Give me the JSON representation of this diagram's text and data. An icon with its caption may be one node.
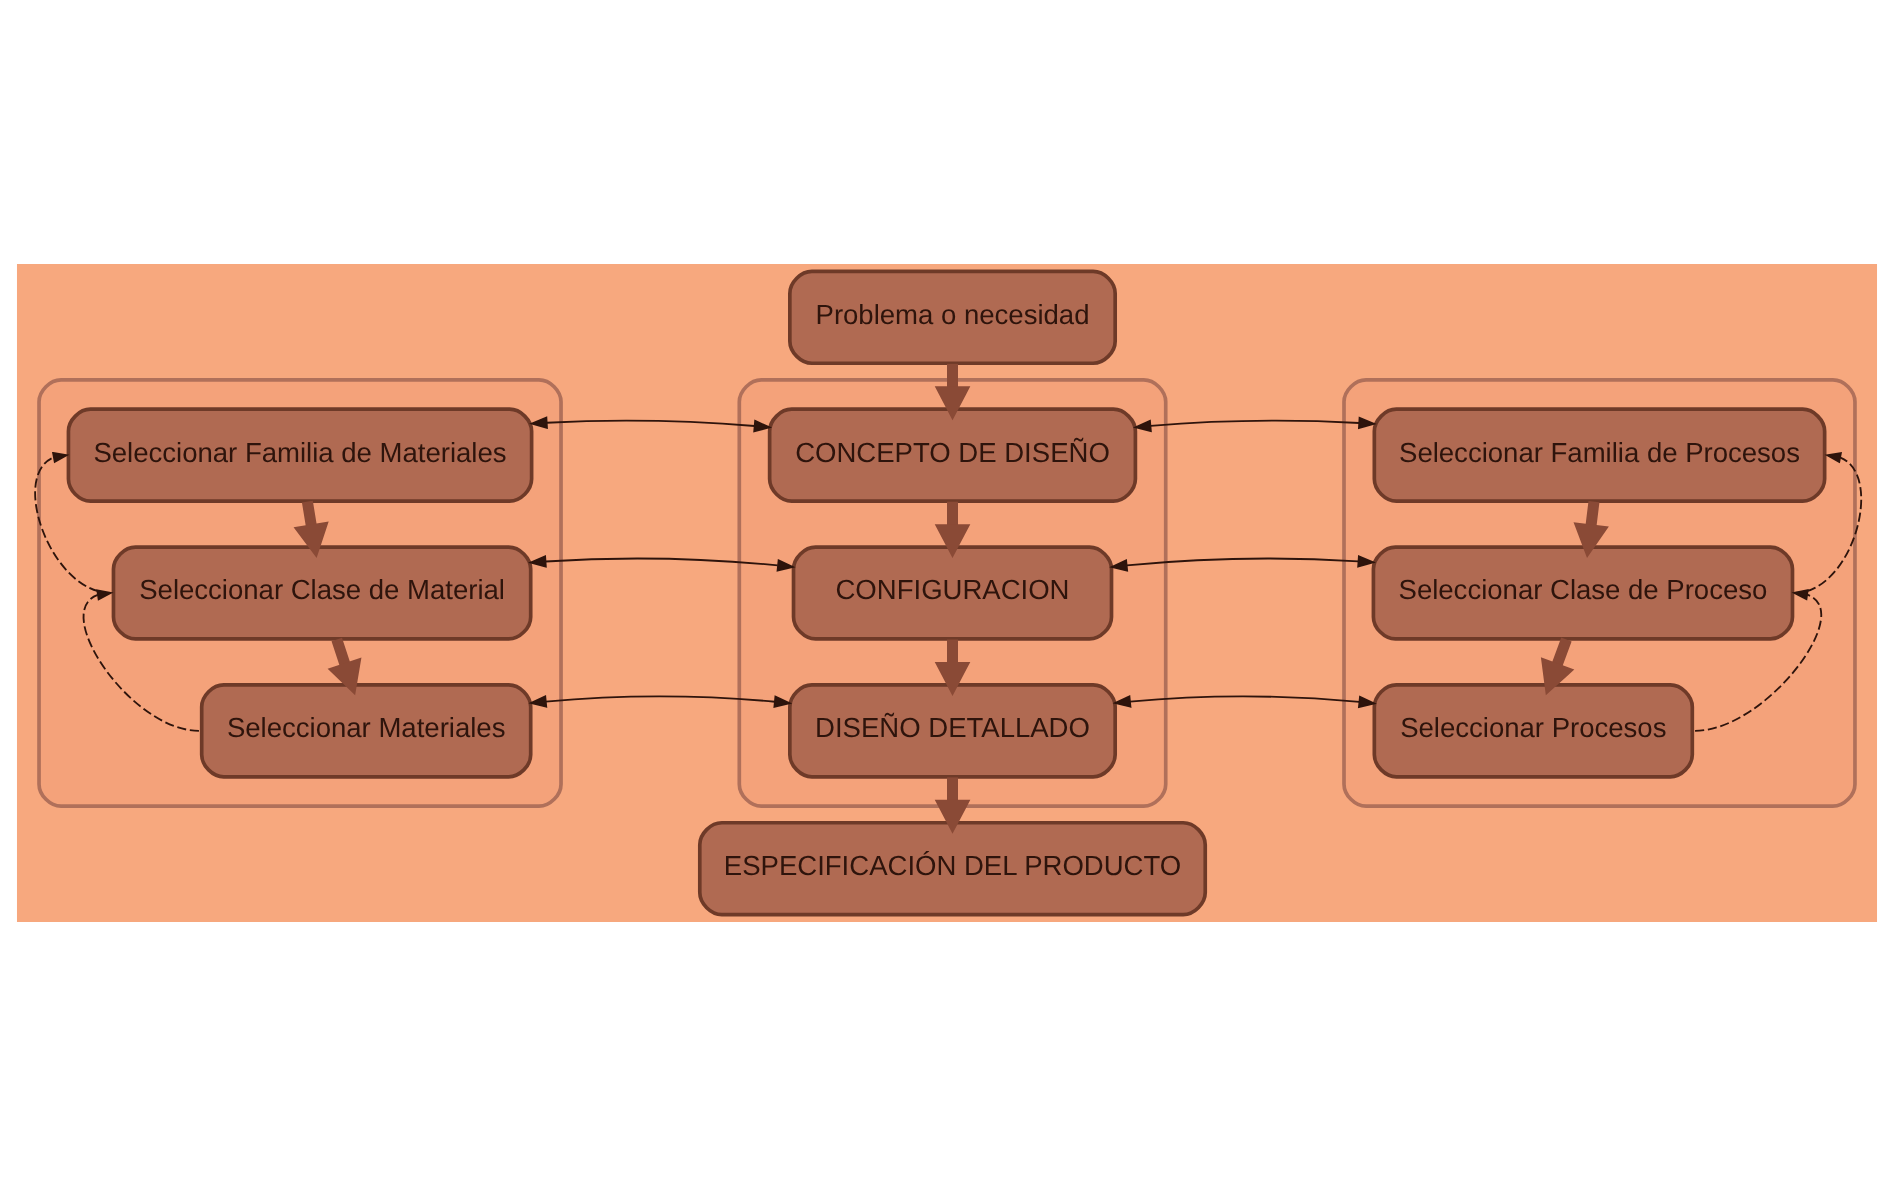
{
  "diagram": {
    "nodes": [
      {
        "text": [
          "Problema o necesidad"
        ]
      },
      {
        "text": [],
        "shape": "box"
      },
      {
        "text": [
          "Seleccionar Familia de Materiales"
        ],
        "in": 1
      },
      {
        "text": [
          "Seleccionar Clase de Material"
        ],
        "in": 1
      },
      {
        "text": [
          "Seleccionar Materiales"
        ],
        "in": 1
      },
      {
        "text": [],
        "shape": "box"
      },
      {
        "text": [
          "CONCEPTO DE DISEÑO"
        ],
        "in": 5
      },
      {
        "text": [
          "CONFIGURACION"
        ],
        "in": 5
      },
      {
        "text": [
          "DISEÑO DETALLADO"
        ],
        "in": 5
      },
      {
        "text": [],
        "shape": "box"
      },
      {
        "text": [
          "Seleccionar Familia de Procesos"
        ],
        "in": 9
      },
      {
        "text": [
          "Seleccionar Clase de Proceso"
        ],
        "in": 9
      },
      {
        "text": [
          "Seleccionar Procesos"
        ],
        "in": 9
      },
      {
        "text": [
          "ESPECIFICACIÓN DEL PRODUCTO"
        ]
      }
    ],
    "edges": [
      {
        "from": 0,
        "to": 6,
        "arrow": "to",
        "style": "thick",
        "color": "#8a4a36"
      },
      {
        "from": 6,
        "to": 7,
        "arrow": "to",
        "style": "thick",
        "color": "#8a4a36"
      },
      {
        "from": 7,
        "to": 8,
        "arrow": "to",
        "style": "thick",
        "color": "#8a4a36"
      },
      {
        "from": 8,
        "to": 13,
        "arrow": "to",
        "style": "thick",
        "color": "#8a4a36"
      },
      {
        "from": 2,
        "to": 3,
        "arrow": "to",
        "style": "thick",
        "color": "#8a4a36"
      },
      {
        "from": 3,
        "to": 4,
        "arrow": "to",
        "style": "thick",
        "color": "#8a4a36"
      },
      {
        "from": 10,
        "to": 11,
        "arrow": "to",
        "style": "thick",
        "color": "#8a4a36"
      },
      {
        "from": 11,
        "to": 12,
        "arrow": "to",
        "style": "thick",
        "color": "#8a4a36"
      },
      {
        "from": 2,
        "to": 6,
        "arrow": "both"
      },
      {
        "from": 3,
        "to": 7,
        "arrow": "both"
      },
      {
        "from": 4,
        "to": 8,
        "arrow": "both"
      },
      {
        "from": 6,
        "to": 10,
        "arrow": "both"
      },
      {
        "from": 7,
        "to": 11,
        "arrow": "both"
      },
      {
        "from": 8,
        "to": 12,
        "arrow": "both"
      },
      {
        "from": 4,
        "to": 3,
        "arrow": "to",
        "style": "dashed"
      },
      {
        "from": 3,
        "to": 2,
        "arrow": "to",
        "style": "dashed"
      },
      {
        "from": 12,
        "to": 11,
        "arrow": "to",
        "style": "dashed"
      },
      {
        "from": 11,
        "to": 10,
        "arrow": "to",
        "style": "dashed"
      }
    ]
  }
}
